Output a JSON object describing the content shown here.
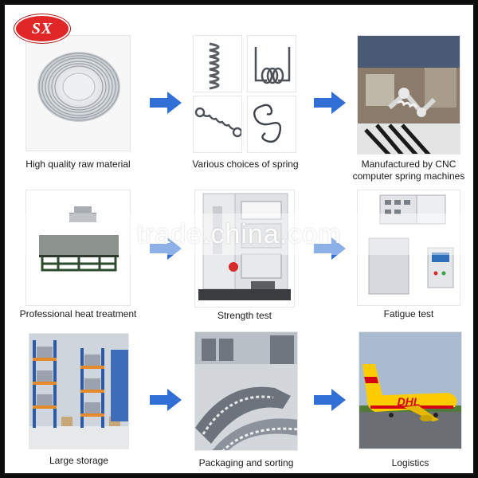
{
  "logo": {
    "text": "SX",
    "color": "#e02626"
  },
  "watermark": {
    "text": "trade.china.com"
  },
  "arrow_color": "#2f6fd6",
  "steps": [
    {
      "caption": "High quality raw material",
      "icon": "wire-coil-icon"
    },
    {
      "caption": "Various choices of spring",
      "icon": "spring-icon"
    },
    {
      "caption": "Manufactured by CNC\ncomputer spring machines",
      "icon": "cnc-machine-icon"
    },
    {
      "caption": "Professional heat treatment",
      "icon": "heat-treatment-rack-icon"
    },
    {
      "caption": "Strength test",
      "icon": "strength-tester-icon"
    },
    {
      "caption": "Fatigue test",
      "icon": "fatigue-tester-icon"
    },
    {
      "caption": "Large storage",
      "icon": "warehouse-icon"
    },
    {
      "caption": "Packaging and sorting",
      "icon": "conveyor-icon"
    },
    {
      "caption": "Logistics",
      "icon": "airplane-icon"
    }
  ],
  "airplane_livery": {
    "text": "DHL",
    "color": "#ffcc00",
    "accent": "#d40511"
  }
}
